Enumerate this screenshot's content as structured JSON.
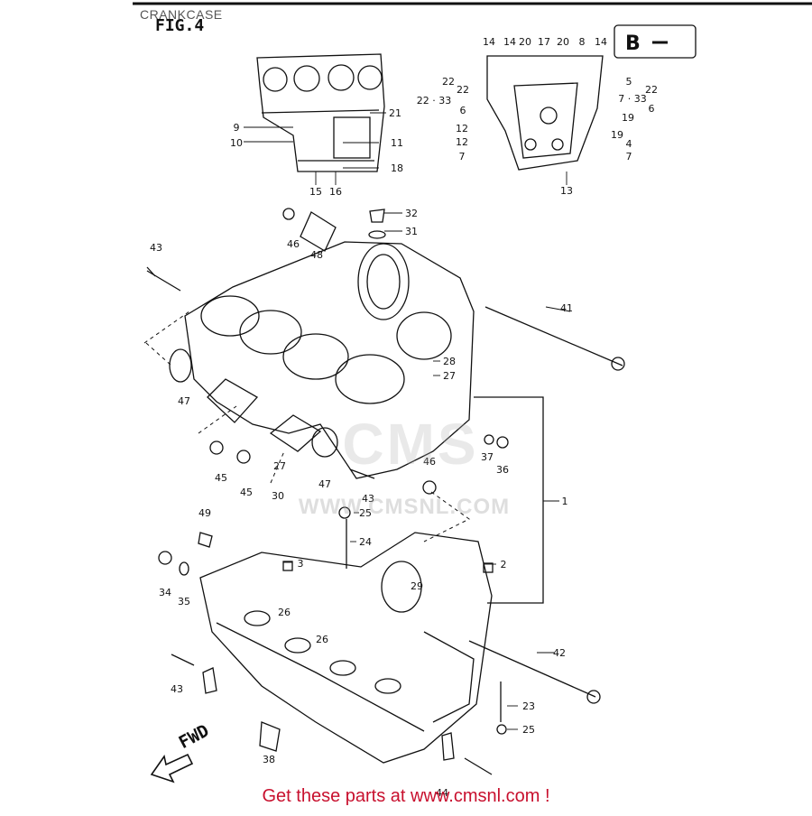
{
  "header": {
    "title": "CRANKCASE",
    "figure": "FIG.4",
    "tag": "B"
  },
  "watermark": {
    "logo": "CMS",
    "url": "WWW.CMSNL.COM"
  },
  "footer": {
    "link": "Get these parts at www.cmsnl.com !"
  },
  "fwd": {
    "label": "FWD"
  },
  "callouts": {
    "c1": "1",
    "c2": "2",
    "c3": "3",
    "c4": "4",
    "c5": "5",
    "c6a": "6",
    "c6b": "6",
    "c7a": "7",
    "c7b": "7",
    "c8": "8",
    "c9": "9",
    "c10": "10",
    "c11": "11",
    "c12a": "12",
    "c12b": "12",
    "c13": "13",
    "c14a": "14",
    "c14b": "14",
    "c14c": "14",
    "c15": "15",
    "c16": "16",
    "c17": "17",
    "c18": "18",
    "c19a": "19",
    "c19b": "19",
    "c20a": "20",
    "c20b": "20",
    "c21": "21",
    "c22a": "22",
    "c22b": "22",
    "c22c": "22",
    "c2233": "22 · 33",
    "c733": "7 · 33",
    "c23": "23",
    "c24": "24",
    "c25a": "25",
    "c25b": "25",
    "c26a": "26",
    "c26b": "26",
    "c27a": "27",
    "c27b": "27",
    "c28": "28",
    "c29": "29",
    "c30": "30",
    "c31": "31",
    "c32": "32",
    "c34": "34",
    "c35": "35",
    "c36": "36",
    "c37": "37",
    "c38": "38",
    "c41": "41",
    "c42": "42",
    "c43a": "43",
    "c43b": "43",
    "c43c": "43",
    "c44": "44",
    "c45a": "45",
    "c45b": "45",
    "c46a": "46",
    "c46b": "46",
    "c47a": "47",
    "c47b": "47",
    "c48": "48",
    "c49": "49"
  }
}
